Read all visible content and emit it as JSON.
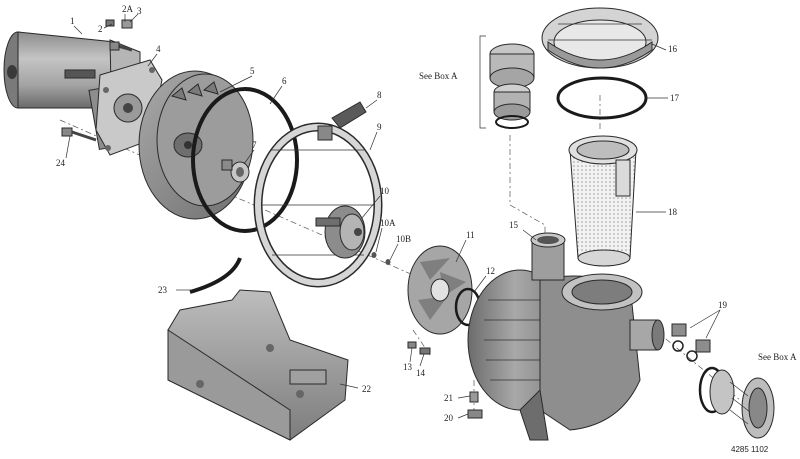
{
  "diagram": {
    "labels": {
      "l1": "1",
      "l2a": "2A",
      "l2": "2",
      "l3": "3",
      "l4": "4",
      "l5": "5",
      "l6": "6",
      "l7": "7",
      "l8": "8",
      "l9": "9",
      "l10": "10",
      "l10a": "10A",
      "l10b": "10B",
      "l11": "11",
      "l12": "12",
      "l13": "13",
      "l14": "14",
      "l15": "15",
      "l16": "16",
      "l17": "17",
      "l18": "18",
      "l19": "19",
      "l20": "20",
      "l21": "21",
      "l22": "22",
      "l23": "23",
      "l24": "24",
      "see_box_a_top": "See Box A",
      "see_box_a_right": "See Box A"
    },
    "drawing_number": "4285 1102",
    "colors": {
      "ink": "#2a2a2a",
      "metal_light": "#bfbfbf",
      "metal_mid": "#9a9a9a",
      "metal_dark": "#6e6e6e",
      "ring_black": "#1a1a1a"
    }
  }
}
